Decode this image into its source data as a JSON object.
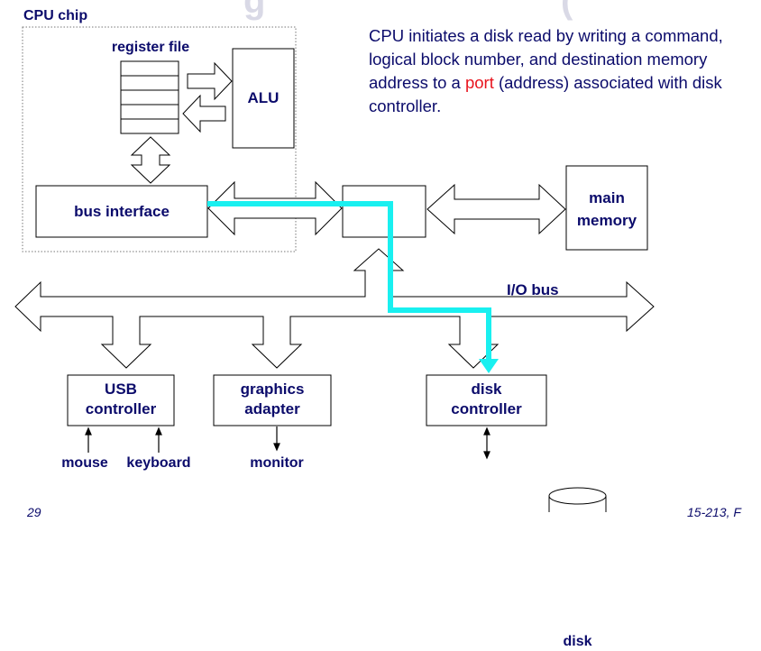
{
  "title_partial": "g",
  "title_partial_right": "(",
  "cpu_chip": {
    "label": "CPU chip"
  },
  "register_file": {
    "label": "register file"
  },
  "alu": {
    "label": "ALU"
  },
  "bus_interface": {
    "label": "bus interface"
  },
  "main_memory": {
    "label_line1": "main",
    "label_line2": "memory"
  },
  "io_bus": {
    "label": "I/O bus"
  },
  "usb_controller": {
    "label_line1": "USB",
    "label_line2": "controller"
  },
  "graphics_adapter": {
    "label_line1": "graphics",
    "label_line2": "adapter"
  },
  "disk_controller": {
    "label_line1": "disk",
    "label_line2": "controller"
  },
  "peripherals": {
    "mouse": "mouse",
    "keyboard": "keyboard",
    "monitor": "monitor",
    "disk": "disk"
  },
  "description": {
    "before": "CPU initiates a disk read by writing a command, logical block number, and destination memory address to a ",
    "highlight": "port",
    "after": " (address) associated with disk controller."
  },
  "footer": {
    "page_number": "29",
    "course": "15-213, F"
  },
  "colors": {
    "text": "#0b0b6b",
    "highlight": "#e8141e",
    "data_path": "#19f0f0",
    "chip_border": "#777777"
  }
}
